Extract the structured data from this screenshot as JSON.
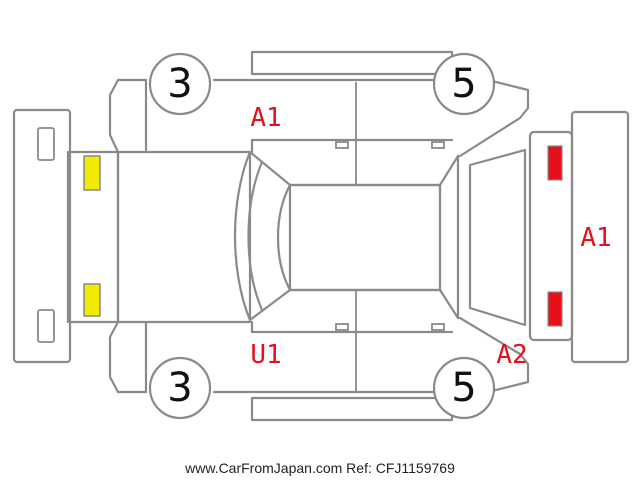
{
  "wheels": {
    "front_left": "3",
    "rear_left": "5",
    "front_right": "3",
    "rear_right": "5"
  },
  "damage_codes": {
    "left_side_upper": "A1",
    "left_side_lower": "U1",
    "rear_bumper": "A1",
    "rear_corner": "A2"
  },
  "markers": {
    "headlight_color": "#f2ea00",
    "taillight_color": "#e5101a"
  },
  "footer": "www.CarFromJapan.com Ref: CFJ1159769"
}
